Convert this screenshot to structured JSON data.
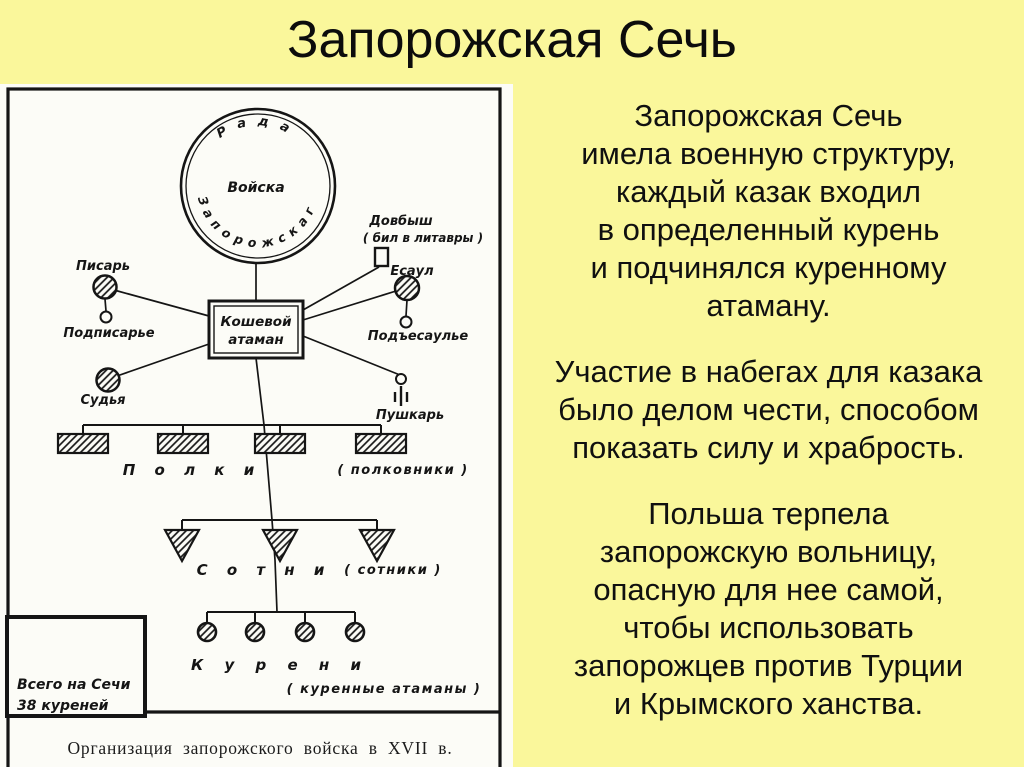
{
  "slide": {
    "title": "Запорожская Сечь"
  },
  "colors": {
    "slide_background": "#FAF79B",
    "scan_background": "#FCFCF7",
    "ink": "#151515",
    "text": "#101010"
  },
  "text_column": {
    "paragraphs": [
      {
        "lines": [
          "Запорожская Сечь",
          "имела военную структуру,",
          "каждый казак входил",
          "в определенный курень",
          "и подчинялся куренному",
          "атаману."
        ]
      },
      {
        "lines": [
          "Участие в набегах для казака",
          "было делом чести, способом",
          "показать силу и храбрость."
        ]
      },
      {
        "lines": [
          "Польша терпела",
          "запорожскую вольницу,",
          "опасную для нее самой,",
          "чтобы использовать",
          "запорожцев против Турции",
          "и Крымского ханства."
        ]
      }
    ]
  },
  "diagram": {
    "caption": "Организация запорожского войска в XVII в.",
    "circle": {
      "top": "Рада",
      "center": "Войска",
      "bottom": "Запорожскаго"
    },
    "ataman_box": {
      "line1": "Кошевой",
      "line2": "атаман"
    },
    "officers": {
      "pisar": "Писарь",
      "podpisarye": "Подписарье",
      "sudya": "Судья",
      "dovbysh": "Довбыш",
      "dovbysh_note": "( бил в литавры )",
      "esaul": "Есаул",
      "podyesaulye": "Подъесаулье",
      "pushkar": "Пушкарь"
    },
    "levels": {
      "polki": "П о л к и",
      "polki_note": "( полковники )",
      "sotni": "С о т н и",
      "sotni_note": "( сотники )",
      "kureni": "К у р е н и",
      "kureni_note": "( куренные атаманы )"
    },
    "total_box": {
      "line1": "Всего на Сечи",
      "line2": "38 куреней"
    }
  }
}
